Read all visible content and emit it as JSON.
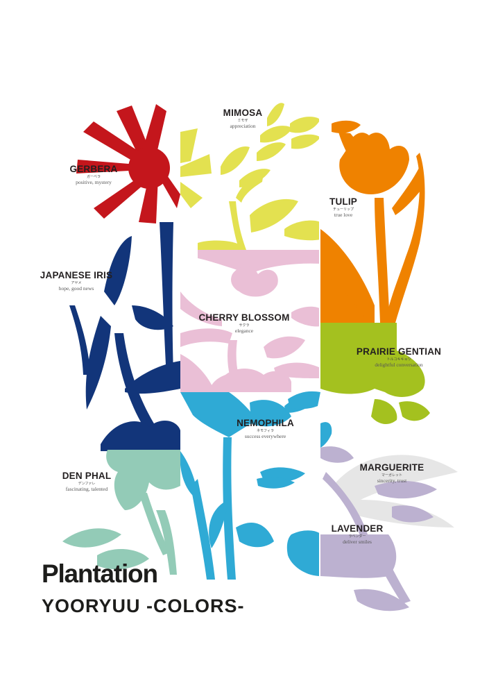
{
  "brand": "Plantation",
  "subtitle": "YOORYUU -COLORS-",
  "flowers": [
    {
      "id": "gerbera",
      "name": "GERBERA",
      "jp": "ガーベラ",
      "meaning": "positive, mystery",
      "color": "#c4161c"
    },
    {
      "id": "mimosa",
      "name": "MIMOSA",
      "jp": "ミモザ",
      "meaning": "appreciation",
      "color": "#e3e150"
    },
    {
      "id": "tulip",
      "name": "TULIP",
      "jp": "チューリップ",
      "meaning": "true love",
      "color": "#ef8200"
    },
    {
      "id": "japanese-iris",
      "name": "JAPANESE IRIS",
      "jp": "アヤメ",
      "meaning": "hope, good news",
      "color": "#12357a"
    },
    {
      "id": "cherry-blossom",
      "name": "CHERRY BLOSSOM",
      "jp": "サクラ",
      "meaning": "elegance",
      "color": "#eabfd6"
    },
    {
      "id": "prairie-gentian",
      "name": "PRAIRIE GENTIAN",
      "jp": "トルコキキョウ",
      "meaning": "delightful conversation",
      "color": "#a4c11f"
    },
    {
      "id": "nemophila",
      "name": "NEMOPHILA",
      "jp": "ネモフィラ",
      "meaning": "success everywhere",
      "color": "#2faad5"
    },
    {
      "id": "den-phal",
      "name": "DEN PHAL",
      "jp": "デンファレ",
      "meaning": "fascinating, talented",
      "color": "#93cbb7"
    },
    {
      "id": "marguerite",
      "name": "MARGUERITE",
      "jp": "マーガレット",
      "meaning": "sincerity, trust",
      "color": "#e6e6e6"
    },
    {
      "id": "lavender",
      "name": "LAVENDER",
      "jp": "ラベンダー",
      "meaning": "deliver smiles",
      "color": "#bcb1d0"
    }
  ]
}
